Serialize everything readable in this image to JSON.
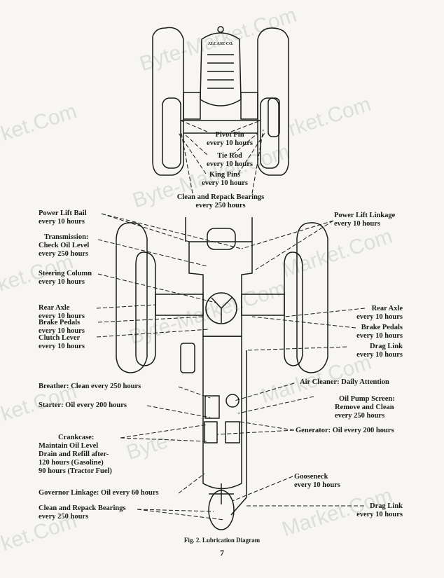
{
  "labels": {
    "pivot_pin": [
      "Pivot Pin",
      "every 10 hours"
    ],
    "tie_rod": [
      "Tie Rod",
      "every 10 hours"
    ],
    "king_pins": [
      "King Pins",
      "every 10 hours"
    ],
    "front_bearings": [
      "Clean and Repack Bearings",
      "every 250 hours"
    ],
    "power_lift_bail": [
      "Power Lift Bail",
      "every 10 hours"
    ],
    "power_lift_linkage": [
      "Power Lift Linkage",
      "every 10 hours"
    ],
    "transmission": [
      "Transmission:",
      "Check Oil Level",
      "every 250 hours"
    ],
    "steering_column": [
      "Steering Column",
      "every 10 hours"
    ],
    "rear_axle_left": [
      "Rear Axle",
      "every 10 hours"
    ],
    "brake_pedals_left": [
      "Brake Pedals",
      "every 10 hours"
    ],
    "clutch_lever": [
      "Clutch Lever",
      "every 10 hours"
    ],
    "rear_axle_right": [
      "Rear Axle",
      "every 10 hours"
    ],
    "brake_pedals_right": [
      "Brake Pedals",
      "every 10 hours"
    ],
    "drag_link_upper": [
      "Drag Link",
      "every 10 hours"
    ],
    "breather": [
      "Breather: Clean every 250 hours"
    ],
    "air_cleaner": [
      "Air Cleaner: Daily Attention"
    ],
    "starter": [
      "Starter: Oil every 200 hours"
    ],
    "oil_pump_screen": [
      "Oil Pump Screen:",
      "Remove and Clean",
      "every 250 hours"
    ],
    "generator": [
      "Generator: Oil every 200 hours"
    ],
    "crankcase": [
      "Crankcase:",
      "Maintain Oil Level",
      "Drain and Refill after-",
      "120 hours (Gasoline)",
      "90 hours (Tractor Fuel)"
    ],
    "governor_linkage": [
      "Governor Linkage: Oil every 60 hours"
    ],
    "gooseneck": [
      "Gooseneck",
      "every 10 hours"
    ],
    "rear_bearings": [
      "Clean and Repack Bearings",
      "every 250 hours"
    ],
    "drag_link_lower": [
      "Drag Link",
      "every 10 hours"
    ]
  },
  "grille_badge": "J.I.CASE CO.",
  "caption": "Fig. 2.  Lubrication Diagram",
  "page_number": "7",
  "watermarks": [
    "Byte-Market.Com",
    "rket.Com",
    "Byte-Market.Com",
    "rket.Com",
    "Byte-Market.Com",
    "rket.Com",
    "Market.Com",
    "Market.Com",
    "rket.Com",
    "Market.Com",
    "Byte-",
    "rket.Com"
  ],
  "colors": {
    "ink": "#1a1a1a",
    "paper": "#f7f6f2",
    "watermark": "#9a9a9a"
  }
}
